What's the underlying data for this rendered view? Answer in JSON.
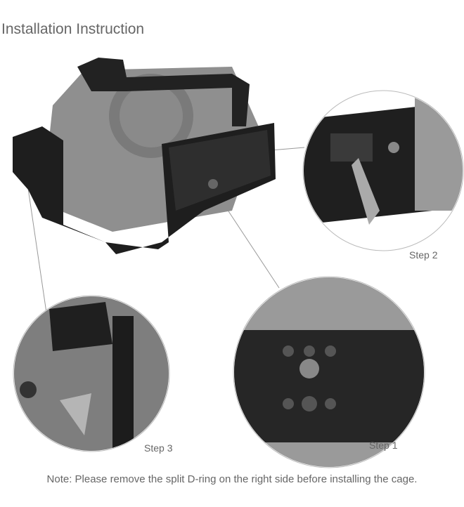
{
  "title": "Installation Instruction",
  "steps": {
    "step1": "Step 1",
    "step2": "Step 2",
    "step3": "Step 3"
  },
  "note": "Note: Please remove the split D-ring on the right side before installing the cage."
}
